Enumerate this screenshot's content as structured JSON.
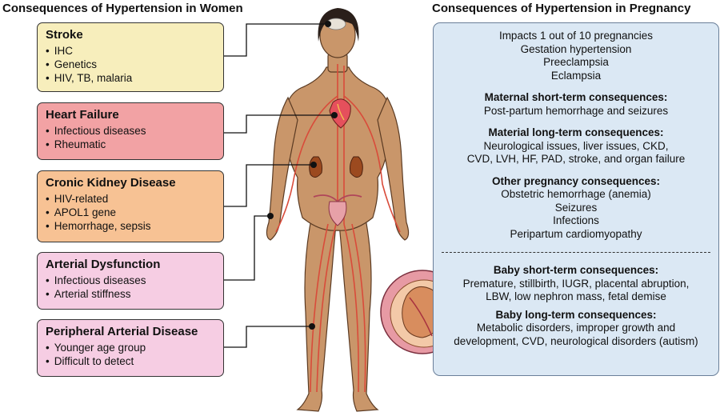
{
  "headings": {
    "left": "Consequences of Hypertension in Women",
    "right": "Consequences of Hypertension in Pregnancy"
  },
  "conditions": [
    {
      "title": "Stroke",
      "bullets": [
        "IHC",
        "Genetics",
        "HIV, TB, malaria"
      ],
      "color": "#f7eebc"
    },
    {
      "title": "Heart Failure",
      "bullets": [
        "Infectious diseases",
        "Rheumatic"
      ],
      "color": "#f2a2a4"
    },
    {
      "title": "Cronic Kidney Disease",
      "bullets": [
        "HIV-related",
        "APOL1 gene",
        "Hemorrhage, sepsis"
      ],
      "color": "#f7c294"
    },
    {
      "title": "Arterial Dysfunction",
      "bullets": [
        "Infectious diseases",
        "Arterial stiffness"
      ],
      "color": "#f6cde3"
    },
    {
      "title": "Peripheral Arterial Disease",
      "bullets": [
        "Younger age group",
        "Difficult to detect"
      ],
      "color": "#f6cde3"
    }
  ],
  "pregnancy": {
    "intro": [
      "Impacts 1 out of 10 pregnancies",
      "Gestation hypertension",
      "Preeclampsia",
      "Eclampsia"
    ],
    "maternal_short": {
      "heading": "Maternal short-term consequences:",
      "lines": [
        "Post-partum hemorrhage and seizures"
      ]
    },
    "maternal_long": {
      "heading": "Material long-term consequences:",
      "lines": [
        "Neurological issues, liver issues, CKD,",
        "CVD, LVH, HF, PAD, stroke, and organ failure"
      ]
    },
    "other": {
      "heading": "Other pregnancy consequences:",
      "lines": [
        "Obstetric hemorrhage (anemia)",
        "Seizures",
        "Infections",
        "Peripartum cardiomyopathy"
      ]
    },
    "baby_short": {
      "heading": "Baby short-term consequences:",
      "lines": [
        "Premature, stillbirth, IUGR, placental abruption,",
        "LBW, low nephron mass, fetal demise"
      ]
    },
    "baby_long": {
      "heading": "Baby long-term consequences:",
      "lines": [
        "Metabolic disorders, improper growth and",
        "development, CVD, neurological disorders (autism)"
      ]
    }
  },
  "colors": {
    "skin": "#c9966a",
    "vessel": "#d94b3a",
    "hair": "#2a1f1a",
    "panel": "#dbe8f4",
    "panel_border": "#6a7f99"
  },
  "icons": [
    "human-figure",
    "heart-icon",
    "kidney-icon",
    "uterus-icon",
    "brain-icon",
    "fetus-icon"
  ]
}
